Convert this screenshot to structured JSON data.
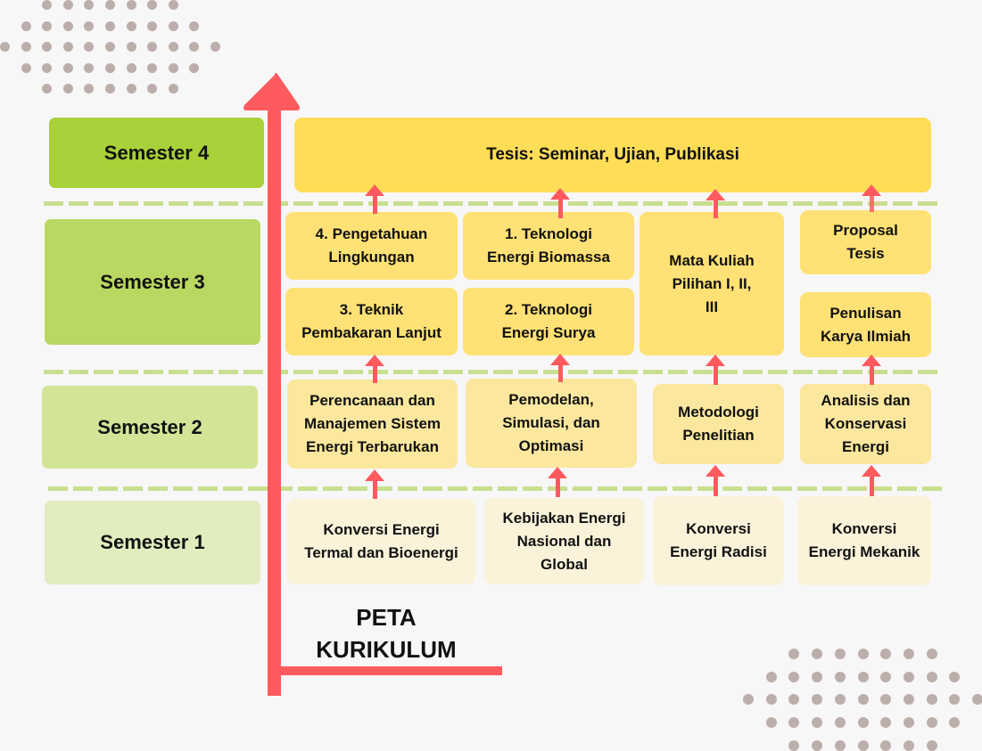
{
  "title": {
    "line1": "PETA",
    "line2": "KURIKULUM"
  },
  "semesters": [
    {
      "label": "Semester 4"
    },
    {
      "label": "Semester 3"
    },
    {
      "label": "Semester 2"
    },
    {
      "label": "Semester 1"
    }
  ],
  "courses": {
    "semester4": {
      "thesis": "Tesis: Seminar, Ujian, Publikasi"
    },
    "semester3": {
      "pengetahuan_lingkungan": "4. Pengetahuan\nLingkungan",
      "teknologi_biomassa": "1. Teknologi\nEnergi Biomassa",
      "mata_kuliah_pilihan": "Mata Kuliah\nPilihan I, II,\nIII",
      "proposal_tesis": "Proposal\nTesis",
      "teknik_pembakaran": "3. Teknik\nPembakaran Lanjut",
      "teknologi_surya": "2. Teknologi\nEnergi Surya",
      "penulisan_karya_ilmiah": "Penulisan\nKarya Ilmiah"
    },
    "semester2": {
      "perencanaan": "Perencanaan dan\nManajemen Sistem\nEnergi Terbarukan",
      "pemodelan": "Pemodelan,\nSimulasi, dan\nOptimasi",
      "metodologi": "Metodologi\nPenelitian",
      "analisis": "Analisis dan\nKonservasi\nEnergi"
    },
    "semester1": {
      "konversi_termal": "Konversi Energi\nTermal dan Bioenergi",
      "kebijakan": "Kebijakan Energi\nNasional dan\nGlobal",
      "konversi_radisi": "Konversi\nEnergi Radisi",
      "konversi_mekanik": "Konversi\nEnergi Mekanik"
    }
  },
  "colors": {
    "arrow": "#ff5a5e",
    "semester4": "#a8d13a",
    "semester3": "#b9d862",
    "semester2": "#d2e597",
    "semester1": "#e1ecbf",
    "course_s4": "#ffdd57",
    "course_s3": "#ffe175",
    "course_s2": "#fbe79e",
    "course_s1": "#faf3da",
    "divider": "#c8df8f",
    "dots": "#bcaeab"
  }
}
